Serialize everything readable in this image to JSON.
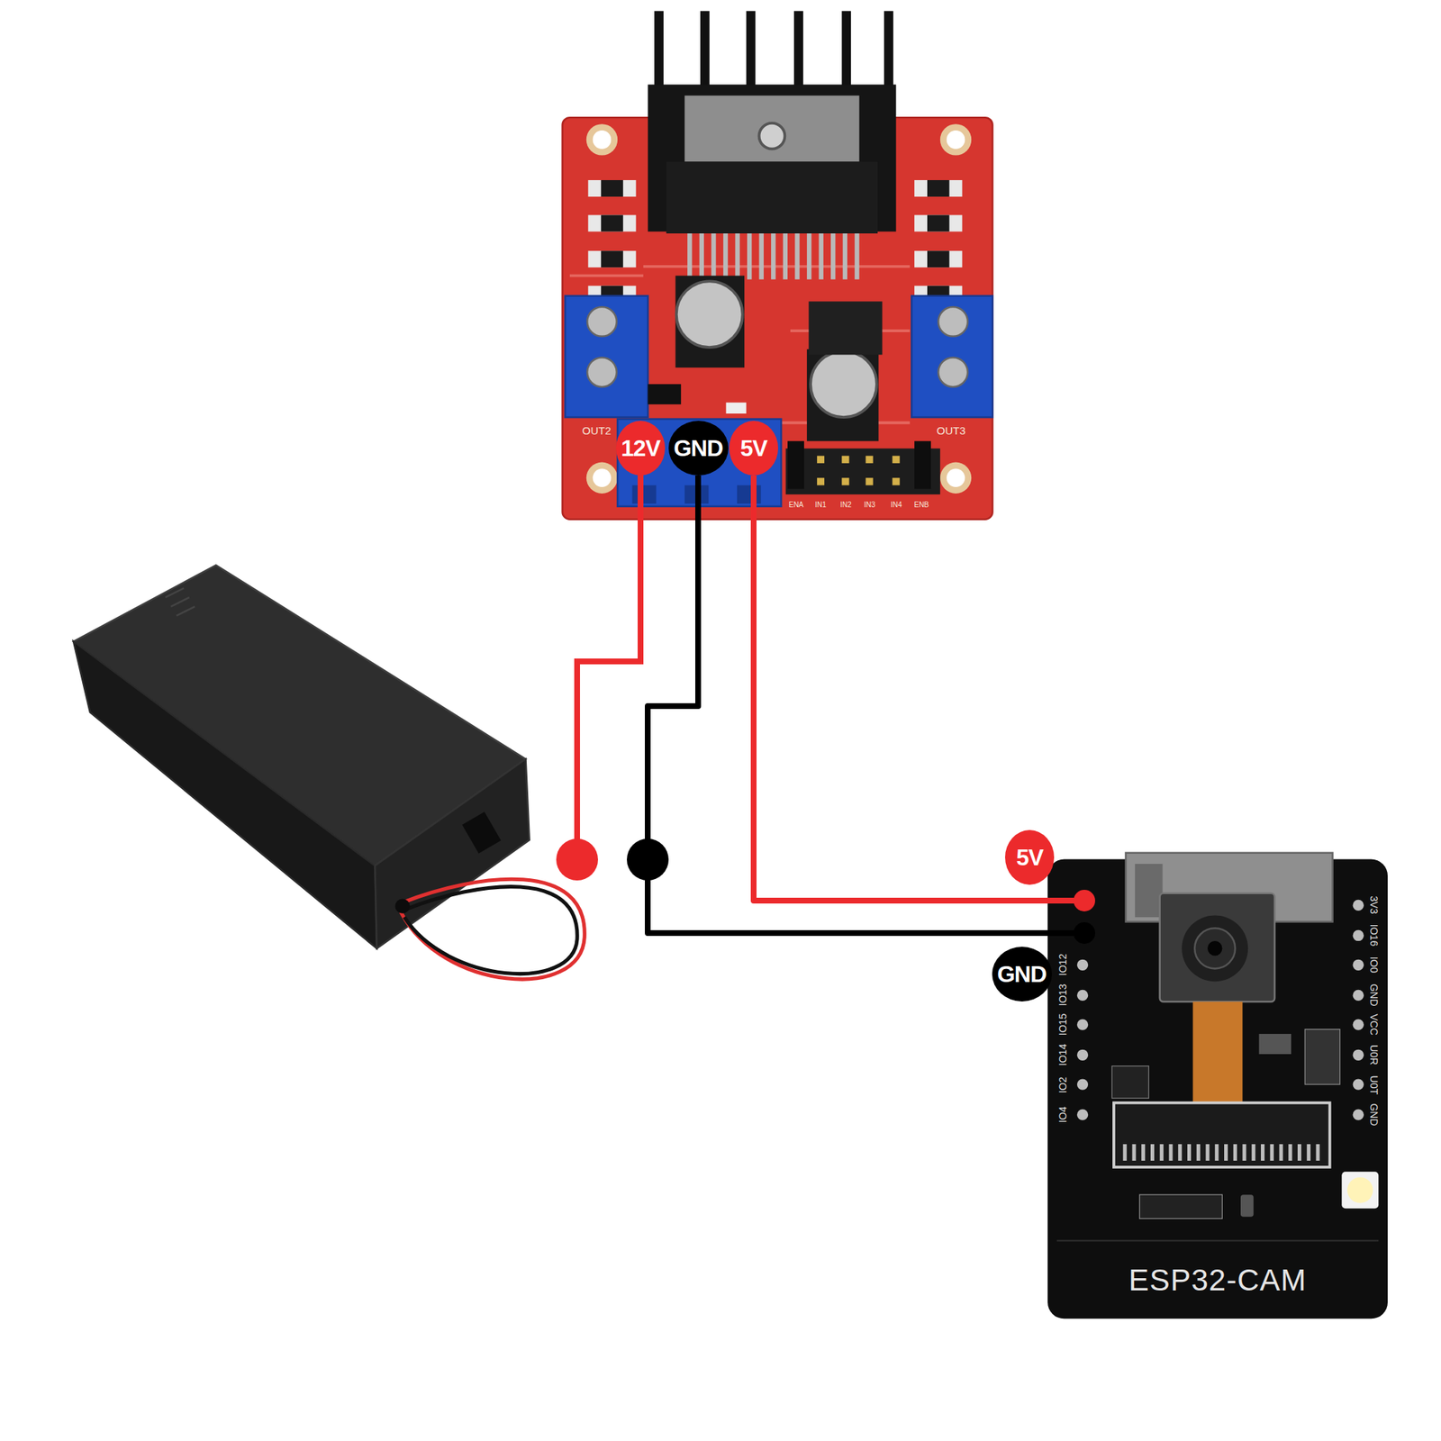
{
  "diagram": {
    "nodes": [
      {
        "text": [
          "12V"
        ]
      },
      {
        "text": [
          "GND"
        ]
      },
      {
        "text": [
          "5V"
        ]
      },
      {
        "text": [
          "5V"
        ]
      },
      {
        "text": [
          "GND"
        ]
      },
      {
        "text": [
          "ESP32-CAM"
        ]
      }
    ],
    "edges": [
      {
        "from": 2,
        "to": 5,
        "arrow": "none"
      },
      {
        "from": 1,
        "to": 5,
        "arrow": "none"
      }
    ],
    "labels": [
      "OUT2",
      "OUT3",
      "ENA",
      "IN1",
      "IN2",
      "IN3",
      "IN4",
      "ENB",
      "3V3",
      "IO16",
      "IO0",
      "GND",
      "VCC",
      "U0R",
      "U0T",
      "GND",
      "IO12",
      "IO13",
      "IO15",
      "IO14",
      "IO2",
      "IO4"
    ]
  }
}
